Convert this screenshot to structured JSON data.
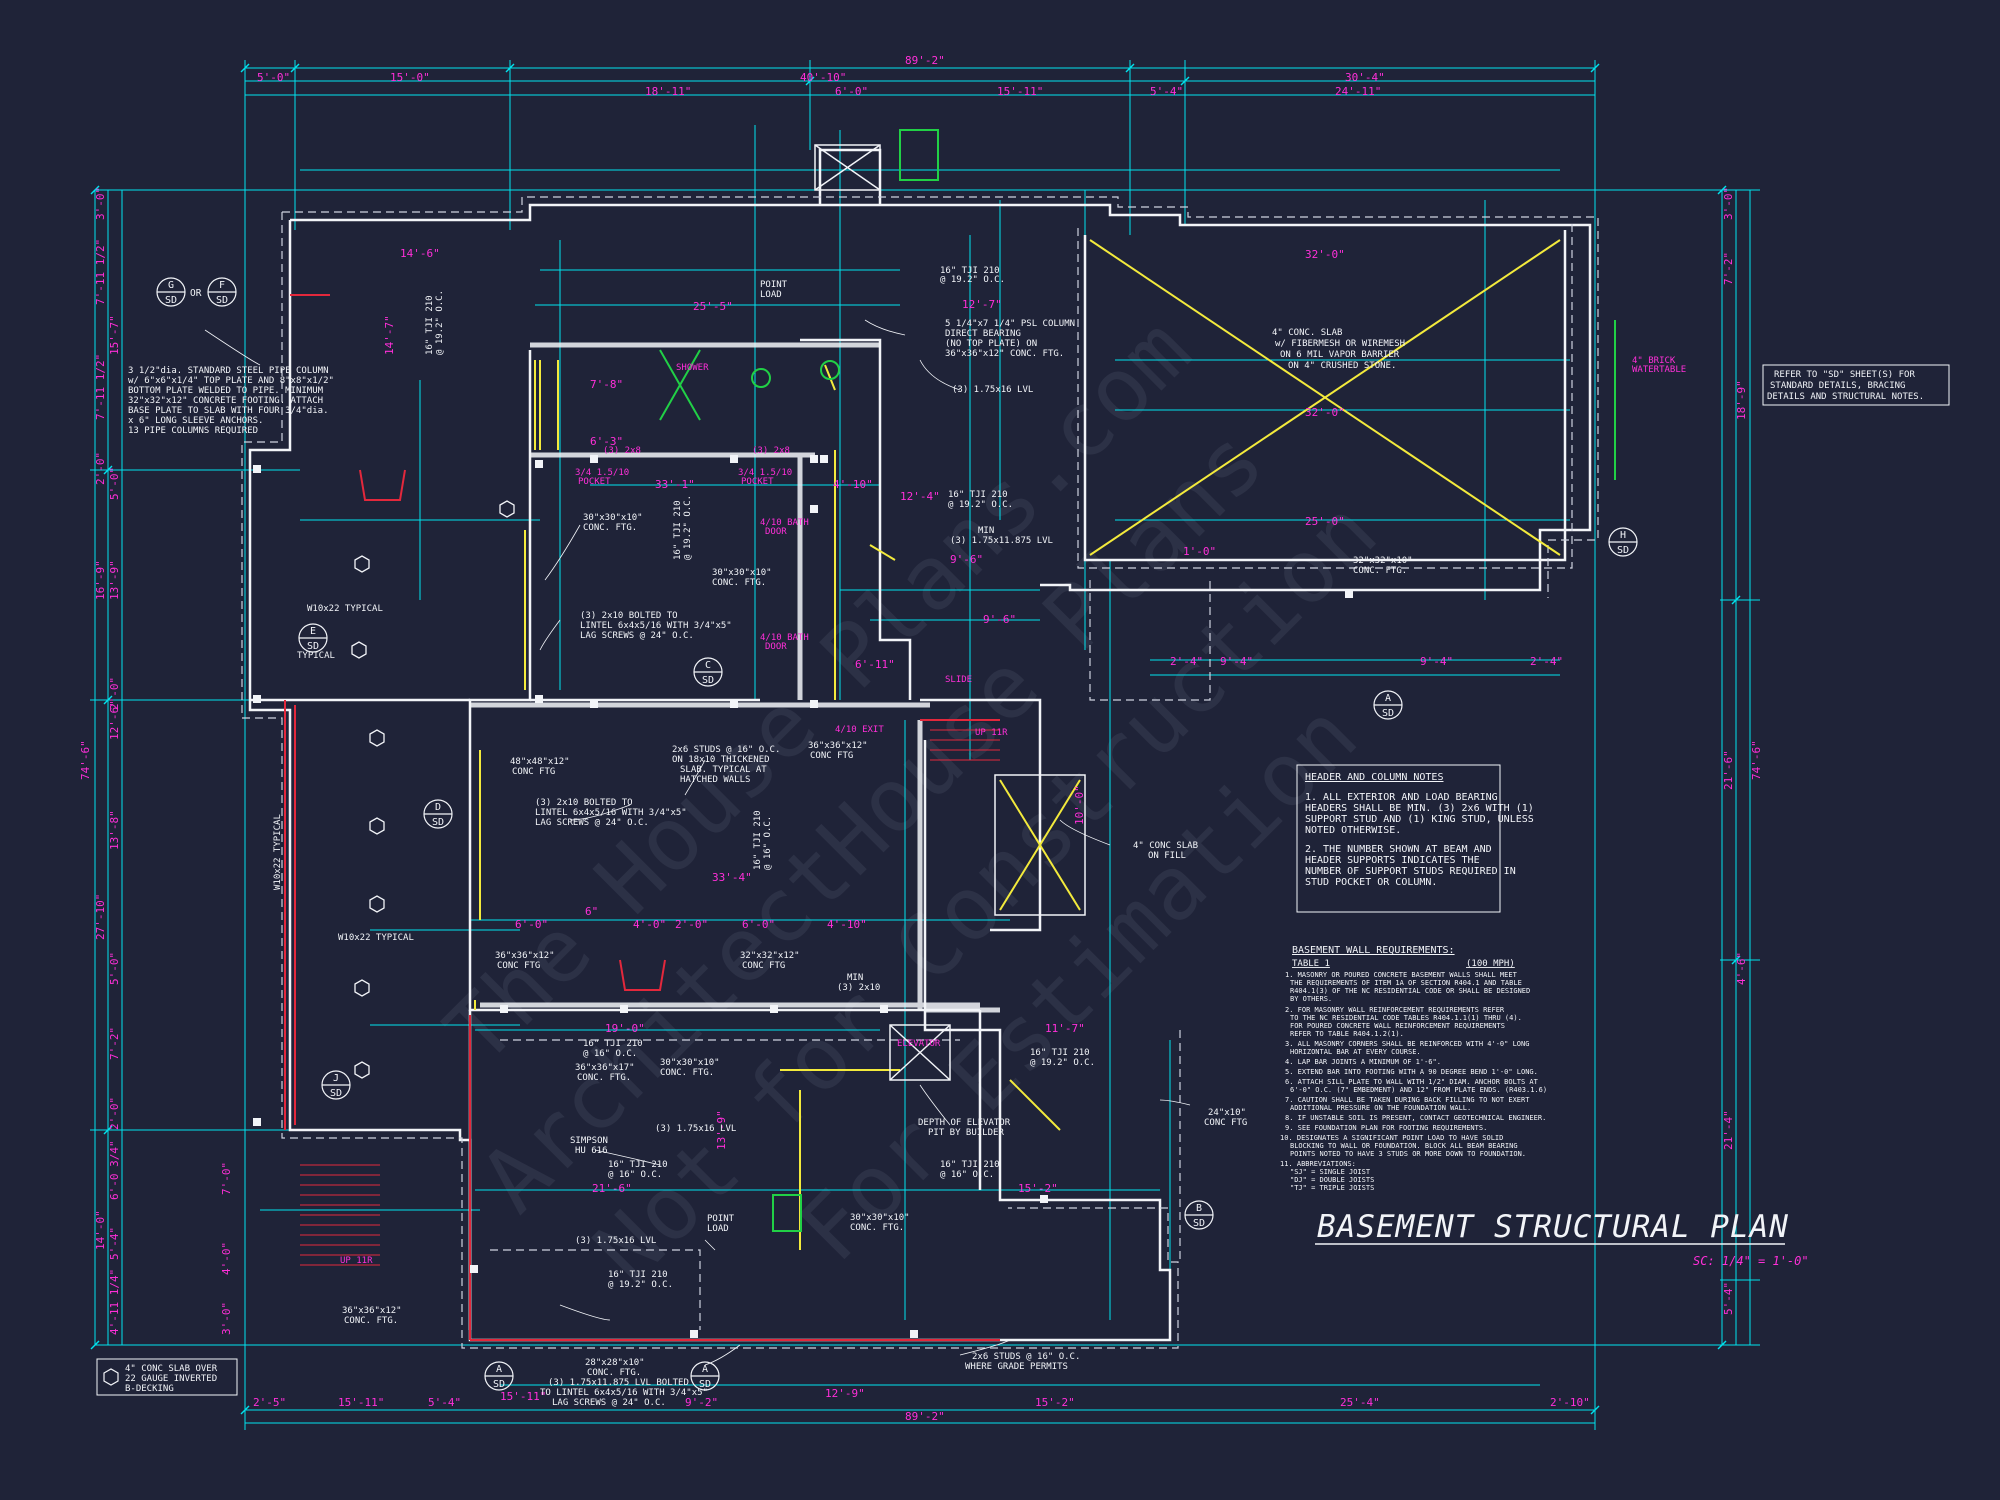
{
  "title": "BASEMENT STRUCTURAL PLAN",
  "scale": "SC: 1/4\" = 1'-0\"",
  "watermark": [
    "The House Plans.com",
    "ArchitectHouse Plans",
    "Not for Construction",
    "For Estimation"
  ],
  "overall_dims": {
    "top": "89'-2\"",
    "bottom": "89'-2\"",
    "left": "74'-6\"",
    "right": "74'-6\""
  },
  "top_dims": [
    "5'-0\"",
    "15'-0\"",
    "40'-10\"",
    "30'-4\"",
    "18'-11\"",
    "6'-0\"",
    "15'-11\"",
    "5'-4\"",
    "24'-11\""
  ],
  "bottom_dims": [
    "2'-5\"",
    "15'-11\"",
    "5'-4\"",
    "15'-11\"",
    "9'-2\"",
    "12'-9\"",
    "15'-2\"",
    "25'-4\"",
    "2'-10\""
  ],
  "left_dims": [
    "3'-0\"",
    "7'-11 1/2\"",
    "15'-7\"",
    "7'-11 1/2\"",
    "2'-0\"",
    "5'-0\"",
    "16'-9\"",
    "13'-9\"",
    "2'-0\"",
    "12'-6\"",
    "13'-8\"",
    "27'-10\"",
    "5'-0\"",
    "7'-2\"",
    "2'-0\"",
    "6'-0 3/4\"",
    "7'-0\"",
    "14'-0\"",
    "5'-4\"",
    "4'-0\"",
    "4'-11 1/4\"",
    "3'-0\""
  ],
  "right_dims": [
    "3'-0\"",
    "7'-2\"",
    "18'-9\"",
    "21'-6\"",
    "4'-6\"",
    "21'-4\"",
    "5'-4\""
  ],
  "inner_dims": [
    "14'-6\"",
    "6'-3\"",
    "14'-7\"",
    "25'-5\"",
    "33'-1\"",
    "12'-7\"",
    "9'-6\"",
    "9'-6\"",
    "25'-0\"",
    "32'-0\"",
    "32'-0\"",
    "9'-4\"",
    "9'-4\"",
    "2'-4\"",
    "2'-4\"",
    "33'-4\"",
    "6'-0\"",
    "6\"",
    "4'-0\"",
    "2'-0\"",
    "6'-0\"",
    "4'-10\"",
    "19'-0\"",
    "11'-7\"",
    "21'-6\"",
    "15'-2\"",
    "13'-9\"",
    "10'-0\"",
    "7'-8\"",
    "12'-4\"",
    "4'-10\"",
    "1'-0\"",
    "6'-11\""
  ],
  "bubbles": [
    {
      "letter": "G",
      "sheet": "SD"
    },
    {
      "letter": "F",
      "sheet": "SD"
    },
    {
      "letter": "E",
      "sheet": "SD"
    },
    {
      "letter": "C",
      "sheet": "SD"
    },
    {
      "letter": "D",
      "sheet": "SD"
    },
    {
      "letter": "J",
      "sheet": "SD"
    },
    {
      "letter": "A",
      "sheet": "SD"
    },
    {
      "letter": "A",
      "sheet": "SD"
    },
    {
      "letter": "A",
      "sheet": "SD"
    },
    {
      "letter": "B",
      "sheet": "SD"
    },
    {
      "letter": "H",
      "sheet": "SD"
    }
  ],
  "or_label": "OR",
  "labels": {
    "steel_column": [
      "3 1/2\"dia. STANDARD STEEL PIPE COLUMN",
      "w/ 6\"x6\"x1/4\" TOP PLATE AND 8\"x8\"x1/2\"",
      "BOTTOM PLATE WELDED TO PIPE. MINIMUM",
      "32\"x32\"x12\" CONCRETE FOOTING. ATTACH",
      "BASE PLATE TO SLAB WITH FOUR 3/4\"dia.",
      "x 6\" LONG SLEEVE ANCHORS.",
      "13 PIPE COLUMNS REQUIRED"
    ],
    "w10_typical": "W10x22 TYPICAL",
    "w10_typical_vert": "W10x22 TYPICAL",
    "w10_typical_2": "W10x22 TYPICAL",
    "typical": "TYPICAL",
    "tji_1": [
      "16\" TJI 210",
      "@ 19.2\" O.C."
    ],
    "tji_2": [
      "16\" TJI 210",
      "@ 19.2\" O.C."
    ],
    "tji_3": [
      "16\" TJI 210",
      "@ 19.2\" O.C."
    ],
    "tji_4": [
      "16\" TJI 210",
      "@ 16\" O.C."
    ],
    "tji_5": [
      "16\" TJI 210",
      "@ 19.2\" O.C."
    ],
    "tji_6": [
      "16\" TJI 210",
      "@ 16\" O.C."
    ],
    "tji_7": [
      "16\" TJI 210",
      "@ 16\" O.C."
    ],
    "tji_8": [
      "16\" TJI 210",
      "@ 19.2\" O.C."
    ],
    "tji_9": [
      "16\" TJI 210",
      "@ 19.2\" O.C."
    ],
    "tji_10": [
      "16\" TJI 210",
      "@ 16\" O.C."
    ],
    "point_load_1": [
      "POINT",
      "LOAD"
    ],
    "point_load_2": [
      "POINT",
      "LOAD"
    ],
    "psl_column": [
      "5 1/4\"x7 1/4\" PSL COLUMN",
      "DIRECT BEARING",
      "(NO TOP PLATE) ON",
      "36\"x36\"x12\" CONC. FTG."
    ],
    "lvl_1": "(3) 1.75x16 LVL",
    "lvl_2": "(3) 1.75x16 LVL",
    "lvl_3": "(3) 1.75x16 LVL",
    "min_lvl": [
      "MIN",
      "(3) 1.75x11.875 LVL"
    ],
    "ftg_30_1": [
      "30\"x30\"x10\"",
      "CONC. FTG."
    ],
    "ftg_30_2": [
      "30\"x30\"x10\"",
      "CONC. FTG."
    ],
    "ftg_30_3": [
      "30\"x30\"x10\"",
      "CONC. FTG."
    ],
    "ftg_30_4": [
      "30\"x30\"x10\"",
      "CONC. FTG."
    ],
    "bolted_1": [
      "(3) 2x10 BOLTED TO",
      "LINTEL 6x4x5/16 WITH 3/4\"x5\"",
      "LAG SCREWS @ 24\" O.C."
    ],
    "bolted_2": [
      "(3) 2x10 BOLTED TO",
      "LINTEL 6x4x5/16 WITH 3/4\"x5\"",
      "LAG SCREWS @ 24\" O.C."
    ],
    "bolted_3": [
      "(3) 1.75x11.875 LVL BOLTED",
      "TO LINTEL 6x4x5/16 WITH 3/4\"x5\"",
      "LAG SCREWS @ 24\" O.C."
    ],
    "studs_1": [
      "2x6 STUDS @ 16\" O.C.",
      "ON 18x10 THICKENED",
      "SLAB. TYPICAL AT",
      "HATCHED WALLS"
    ],
    "studs_2": [
      "2x6 STUDS @ 16\" O.C.",
      "WHERE GRADE PERMITS"
    ],
    "ftg_48": [
      "48\"x48\"x12\"",
      "CONC FTG"
    ],
    "ftg_36_1": [
      "36\"x36\"x12\"",
      "CONC FTG"
    ],
    "ftg_36_2": [
      "36\"x36\"x12\"",
      "CONC FTG"
    ],
    "ftg_36_3": [
      "36\"x36\"x12\"",
      "CONC. FTG."
    ],
    "ftg_36_17": [
      "36\"x36\"x17\"",
      "CONC. FTG."
    ],
    "ftg_32_1": [
      "32\"x32\"x12\"",
      "CONC FTG"
    ],
    "ftg_32_2": [
      "32\"x32\"x10\"",
      "CONC. FTG."
    ],
    "ftg_28": [
      "28\"x28\"x10\"",
      "CONC. FTG."
    ],
    "ftg_24": [
      "24\"x10\"",
      "CONC FTG"
    ],
    "min_2x10": [
      "MIN",
      "(3) 2x10"
    ],
    "simpson": [
      "SIMPSON",
      "HU 616"
    ],
    "elevator_pit": [
      "DEPTH OF ELEVATOR",
      "PIT BY BUILDER"
    ],
    "slab_fill": [
      "4\" CONC SLAB",
      "ON FILL"
    ],
    "garage_slab": [
      "4\" CONC. SLAB",
      "w/ FIBERMESH OR WIREMESH",
      "ON 6 MIL VAPOR BARRIER",
      "ON 4\" CRUSHED STONE."
    ],
    "refer_sd": [
      "REFER TO \"SD\" SHEET(S) FOR",
      "STANDARD DETAILS, BRACING",
      "DETAILS AND STRUCTURAL NOTES."
    ],
    "brick_watertable": [
      "4\" BRICK",
      "WATERTABLE"
    ],
    "header_3x2x8": "(3) 2x8",
    "header_3_2x8b": "(3) 2x8",
    "pocket": [
      "3/4 1.5/10",
      "POCKET"
    ],
    "pocket2": [
      "3/4 1.5/10",
      "POCKET"
    ],
    "shower": "SHOWER",
    "elevator": "ELEVATOR",
    "slide": "SLIDE",
    "up_11r": "UP 11R",
    "up_11r_2": "UP 11R",
    "fourten": "4/10 EXIT",
    "door_label": [
      "4/10 BATH",
      "DOOR"
    ],
    "door_label_2": [
      "4/10 BATH",
      "DOOR"
    ]
  },
  "header_notes": {
    "title": "HEADER AND COLUMN NOTES",
    "lines": [
      "1. ALL EXTERIOR AND LOAD BEARING",
      "HEADERS SHALL BE MIN. (3) 2x6 WITH (1)",
      "SUPPORT STUD AND (1) KING STUD, UNLESS",
      "NOTED OTHERWISE.",
      "",
      "2. THE NUMBER SHOWN AT BEAM AND",
      "HEADER SUPPORTS INDICATES THE",
      "NUMBER OF SUPPORT STUDS REQUIRED IN",
      "STUD POCKET OR COLUMN."
    ]
  },
  "basement_notes": {
    "title": "BASEMENT WALL REQUIREMENTS:",
    "table": "TABLE 1",
    "wind": "(100 MPH)",
    "lines": [
      "1. MASONRY OR POURED CONCRETE BASEMENT WALLS SHALL MEET",
      "THE REQUIREMENTS OF ITEM 1A OF SECTION R404.1 AND TABLE",
      "R404.1(3) OF THE NC RESIDENTIAL CODE OR SHALL BE DESIGNED",
      "BY OTHERS.",
      "2. FOR MASONRY WALL REINFORCEMENT REQUIREMENTS REFER",
      "TO THE NC RESIDENTIAL CODE TABLES R404.1.1(1) THRU (4).",
      "FOR POURED CONCRETE WALL REINFORCEMENT REQUIREMENTS",
      "REFER TO TABLE R404.1.2(1).",
      "3. ALL MASONRY CORNERS SHALL BE REINFORCED WITH 4'-0\" LONG",
      "HORIZONTAL BAR AT EVERY COURSE.",
      "4. LAP BAR JOINTS A MINIMUM OF 1'-6\".",
      "5. EXTEND BAR INTO FOOTING WITH A 90 DEGREE BEND 1'-0\" LONG.",
      "6. ATTACH SILL PLATE TO WALL WITH 1/2\" DIAM. ANCHOR BOLTS AT",
      "6'-0\" O.C. (7\" EMBEDMENT) AND 12\" FROM PLATE ENDS. (R403.1.6)",
      "7. CAUTION SHALL BE TAKEN DURING BACK FILLING TO NOT EXERT",
      "ADDITIONAL PRESSURE ON THE FOUNDATION WALL.",
      "8. IF UNSTABLE SOIL IS PRESENT, CONTACT GEOTECHNICAL ENGINEER.",
      "9. SEE FOUNDATION PLAN FOR FOOTING REQUIREMENTS.",
      "10. DESIGNATES A SIGNIFICANT POINT LOAD TO HAVE SOLID",
      "BLOCKING TO WALL OR FOUNDATION. BLOCK ALL BEAM BEARING",
      "POINTS NOTED TO HAVE 3 STUDS OR MORE DOWN TO FOUNDATION.",
      "11. ABBREVIATIONS:",
      "\"SJ\" = SINGLE JOIST",
      "\"DJ\" = DOUBLE JOISTS",
      "\"TJ\" = TRIPLE JOISTS"
    ]
  },
  "legend": {
    "lines": [
      "4\" CONC SLAB OVER",
      "22 GAUGE INVERTED",
      "B-DECKING"
    ]
  },
  "colors": {
    "background": "#1f2338",
    "wall": "#f2f4f8",
    "dimension": "#00e3ee",
    "text_dim": "#ff2fd9",
    "beam_yellow": "#f3ea3c",
    "red": "#e3283c",
    "green": "#21d046"
  }
}
